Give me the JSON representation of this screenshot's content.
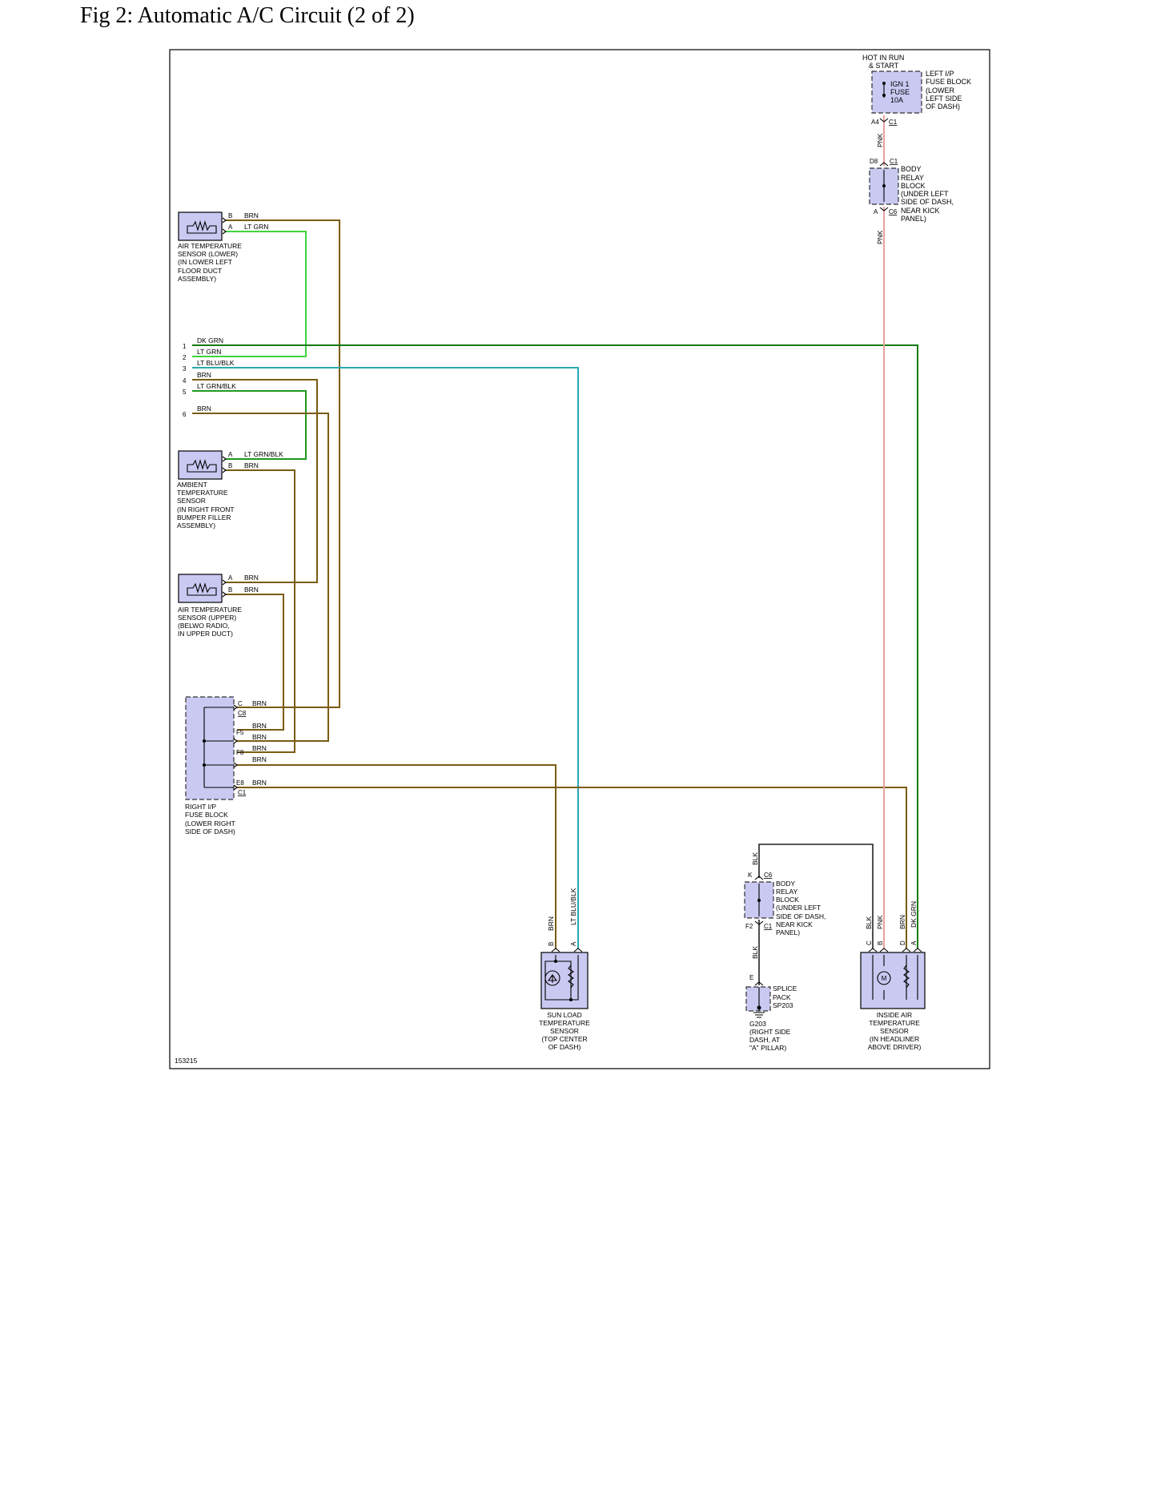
{
  "title": "Fig 2: Automatic A/C Circuit (2 of 2)",
  "figure_id": "153215",
  "colors": {
    "BRN": "#7a5c12",
    "LT GRN": "#3ed43e",
    "DK GRN": "#137a13",
    "LT GRN/BLK": "#1e9a1e",
    "LT BLU/BLK": "#2aa8b0",
    "PNK": "#e8a0a0",
    "BLK": "#222222",
    "component_fill": "#c9c9f2"
  },
  "power": {
    "hot_label": [
      "HOT IN RUN",
      "& START"
    ],
    "fuse": [
      "IGN 1",
      "FUSE",
      "10A"
    ],
    "fuse_block": [
      "LEFT I/P",
      "FUSE BLOCK",
      "(LOWER",
      "LEFT SIDE",
      "OF DASH)"
    ],
    "pin_a4": "A4",
    "conn_c1_top": "C1",
    "wire_pnk_1": "PNK",
    "pin_d8": "D8",
    "conn_c1_relay": "C1",
    "relay_top": [
      "BODY",
      "RELAY",
      "BLOCK",
      "(UNDER LEFT",
      "SIDE OF DASH,",
      "NEAR KICK",
      "PANEL)"
    ],
    "pin_a_relay": "A",
    "conn_c6_relay": "C6",
    "wire_pnk_2": "PNK"
  },
  "sensor_lower": {
    "pin_b": "B",
    "wire_b": "BRN",
    "pin_a": "A",
    "wire_a": "LT GRN",
    "label": [
      "AIR TEMPERATURE",
      "SENSOR (LOWER)",
      "(IN LOWER LEFT",
      "FLOOR DUCT",
      "ASSEMBLY)"
    ]
  },
  "connector": {
    "rows": [
      {
        "num": "1",
        "wire": "DK GRN"
      },
      {
        "num": "2",
        "wire": "LT GRN"
      },
      {
        "num": "3",
        "wire": "LT BLU/BLK"
      },
      {
        "num": "4",
        "wire": "BRN"
      },
      {
        "num": "5",
        "wire": "LT GRN/BLK"
      },
      {
        "num": "6",
        "wire": "BRN"
      }
    ]
  },
  "sensor_ambient": {
    "pin_a": "A",
    "wire_a": "LT GRN/BLK",
    "pin_b": "B",
    "wire_b": "BRN",
    "label": [
      "AMBIENT",
      "TEMPERATURE",
      "SENSOR",
      "(IN RIGHT FRONT",
      "BUMPER FILLER",
      "ASSEMBLY)"
    ]
  },
  "sensor_upper": {
    "pin_a": "A",
    "wire_a": "BRN",
    "pin_b": "B",
    "wire_b": "BRN",
    "label": [
      "AIR TEMPERATURE",
      "SENSOR (UPPER)",
      "(BELWO RADIO,",
      "IN UPPER DUCT)"
    ]
  },
  "right_fuse_block": {
    "pins": [
      {
        "pin": "C",
        "conn": "C8",
        "wire": "BRN"
      },
      {
        "pin": "F5",
        "conn": "",
        "wire": "BRN"
      },
      {
        "pin": "",
        "conn": "",
        "wire": "BRN"
      },
      {
        "pin": "F8",
        "conn": "",
        "wire": "BRN"
      },
      {
        "pin": "",
        "conn": "",
        "wire": "BRN"
      },
      {
        "pin": "E8",
        "conn": "C1",
        "wire": "BRN"
      }
    ],
    "label": [
      "RIGHT I/P",
      "FUSE BLOCK",
      "(LOWER RIGHT",
      "SIDE OF DASH)"
    ]
  },
  "sun_load": {
    "wire_b": "BRN",
    "wire_a": "LT BLU/BLK",
    "pin_b": "B",
    "pin_a": "A",
    "label": [
      "SUN LOAD",
      "TEMPERATURE",
      "SENSOR",
      "(TOP CENTER",
      "OF DASH)"
    ]
  },
  "ground_path": {
    "wire_top": "BLK",
    "pin_k": "K",
    "conn_c6": "C6",
    "relay": [
      "BODY",
      "RELAY",
      "BLOCK",
      "(UNDER LEFT",
      "SIDE OF DASH,",
      "NEAR KICK",
      "PANEL)"
    ],
    "pin_f2": "F2",
    "conn_c1": "C1",
    "wire_mid": "BLK",
    "pin_e": "E",
    "splice": [
      "SPLICE",
      "PACK",
      "SP203"
    ],
    "ground": [
      "G203",
      "(RIGHT SIDE",
      "DASH, AT",
      "\"A\" PILLAR)"
    ]
  },
  "inside_air": {
    "wires": [
      "BLK",
      "PNK",
      "BRN",
      "DK GRN"
    ],
    "pins": [
      "C",
      "B",
      "D",
      "A"
    ],
    "motor": "M",
    "label": [
      "INSIDE AIR",
      "TEMPERATURE",
      "SENSOR",
      "(IN HEADLINER",
      "ABOVE DRIVER)"
    ]
  }
}
